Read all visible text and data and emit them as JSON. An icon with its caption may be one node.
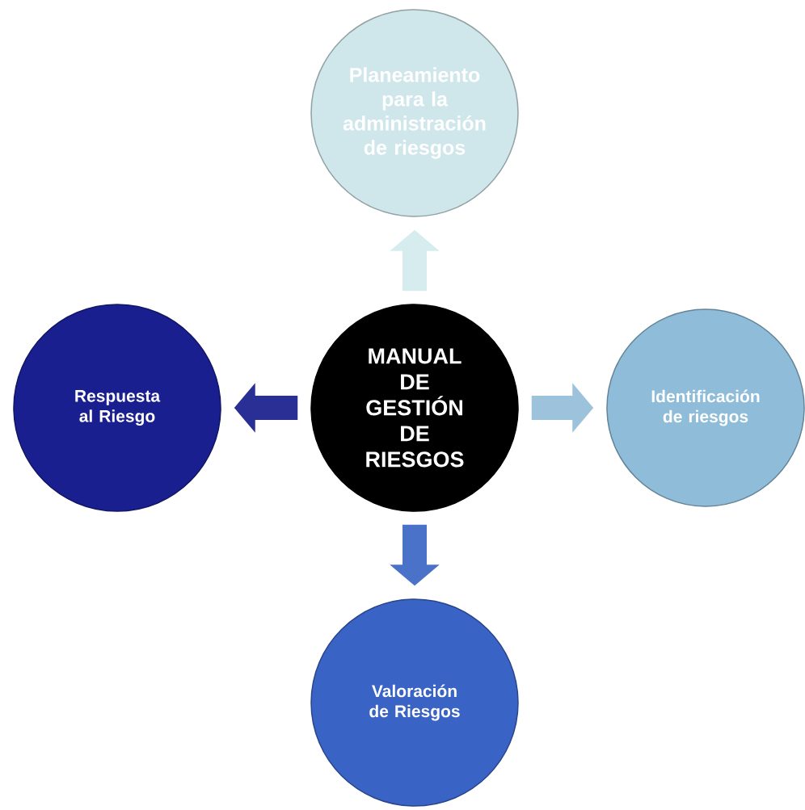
{
  "diagram": {
    "nodes": [
      {
        "text": [
          "MANUAL DE GESTIÓN DE RIESGOS"
        ]
      },
      {
        "text": [
          "Planeamiento para la administración de riesgos"
        ]
      },
      {
        "text": [
          "Identificación de riesgos"
        ]
      },
      {
        "text": [
          "Valoración de Riesgos"
        ]
      },
      {
        "text": [
          "Respuesta al Riesgo"
        ]
      }
    ],
    "edges": [
      {
        "from": 0,
        "to": 1,
        "arrow": "to",
        "color": "#d6ecef"
      },
      {
        "from": 0,
        "to": 2,
        "arrow": "to",
        "color": "#9dc3dc"
      },
      {
        "from": 0,
        "to": 3,
        "arrow": "to",
        "color": "#4a72c8"
      },
      {
        "from": 0,
        "to": 4,
        "arrow": "to",
        "color": "#2a2f95"
      }
    ]
  }
}
